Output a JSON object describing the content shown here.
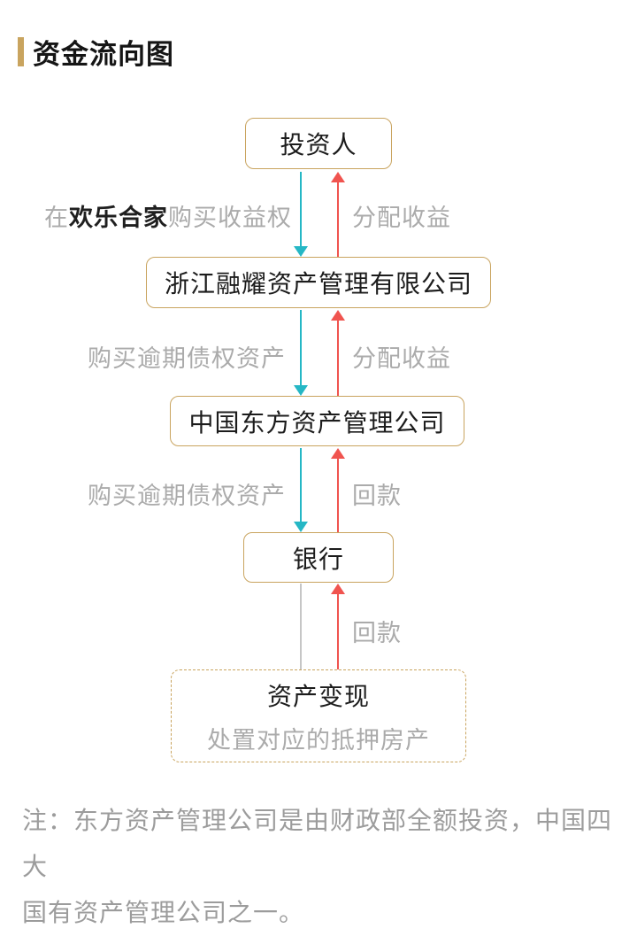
{
  "page": {
    "title": "资金流向图"
  },
  "colors": {
    "accent_gold": "#C9A45F",
    "down_arrow_teal": "#25B7C5",
    "up_arrow_red": "#F0544F",
    "plain_line_gray": "#C6C6C6",
    "label_gray": "#ABABAB",
    "note_gray": "#9C9C9C",
    "text_black": "#1C1C1C"
  },
  "flowchart": {
    "nodes": {
      "investor": {
        "label": "投资人"
      },
      "rongyao": {
        "label": "浙江融耀资产管理有限公司"
      },
      "orient": {
        "label": "中国东方资产管理公司"
      },
      "bank": {
        "label": "银行"
      },
      "liquidation": {
        "label": "资产变现",
        "sublabel": "处置对应的抵押房产"
      }
    },
    "edge_labels": {
      "purchase_rights_prefix": "在",
      "purchase_rights_brand": "欢乐合家",
      "purchase_rights_suffix": "购买收益权",
      "distribute_income_1": "分配收益",
      "buy_overdue_assets_1": "购买逾期债权资产",
      "distribute_income_2": "分配收益",
      "buy_overdue_assets_2": "购买逾期债权资产",
      "repayment_1": "回款",
      "repayment_2": "回款"
    }
  },
  "note": {
    "lines": [
      "注：东方资产管理公司是由财政部全额投资，中国四大",
      "国有资产管理公司之一。"
    ]
  }
}
